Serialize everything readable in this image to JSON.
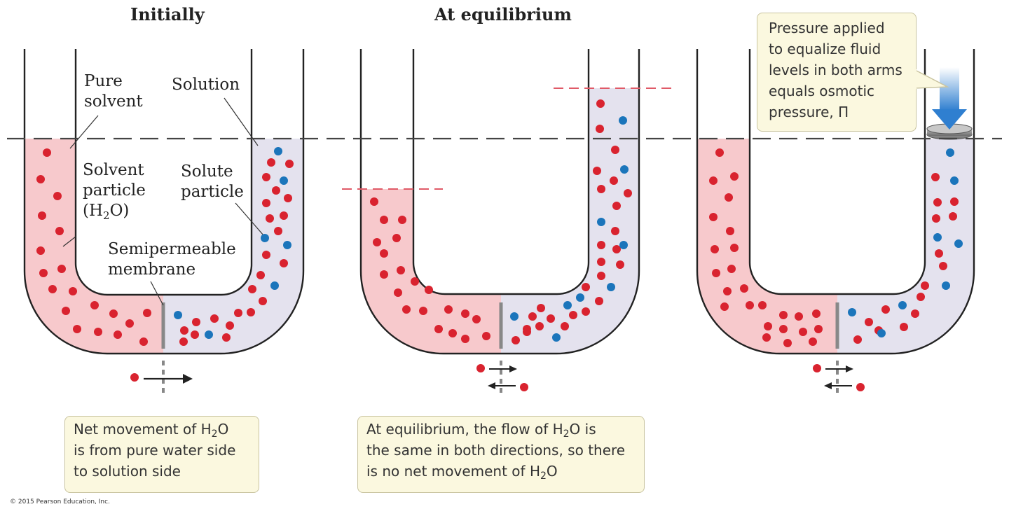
{
  "panels": {
    "initial": {
      "title": "Initially",
      "pure_solvent": [
        "Pure",
        "solvent"
      ],
      "solution": "Solution",
      "solvent_particle": [
        "Solvent",
        "particle",
        "(H",
        "2",
        "O)"
      ],
      "solute_particle": [
        "Solute",
        "particle"
      ],
      "membrane": [
        "Semipermeable",
        "membrane"
      ],
      "note": [
        "Net movement of H",
        "2",
        "O",
        "is from pure water side",
        "to solution side"
      ]
    },
    "equilibrium": {
      "title": "At equilibrium",
      "note": [
        "At equilibrium, the flow of H",
        "2",
        "O is",
        "the same in both directions, so there",
        "is no net movement of H",
        "2",
        "O"
      ]
    },
    "pressure": {
      "callout": [
        "Pressure applied",
        "to equalize fluid",
        "levels in both arms",
        "equals osmotic",
        "pressure, Π"
      ]
    }
  },
  "copyright": "© 2015 Pearson Education, Inc.",
  "colors": {
    "solvent_fill": "#f7c9cc",
    "solution_fill": "#e4e2ee",
    "solvent_particle": "#d9232f",
    "solute_particle": "#1b75bb",
    "tube_outline": "#222222",
    "membrane": "#888888",
    "level_line_initial": "#444444",
    "level_line_equilibrium": "#e05a67",
    "pressure_arrow": "#2f7fd0"
  },
  "icons": {
    "solvent_particle": "red-dot",
    "solute_particle": "blue-dot",
    "flow_arrow": "right-arrow",
    "pressure_arrow": "down-arrow",
    "piston": "piston-disc"
  }
}
